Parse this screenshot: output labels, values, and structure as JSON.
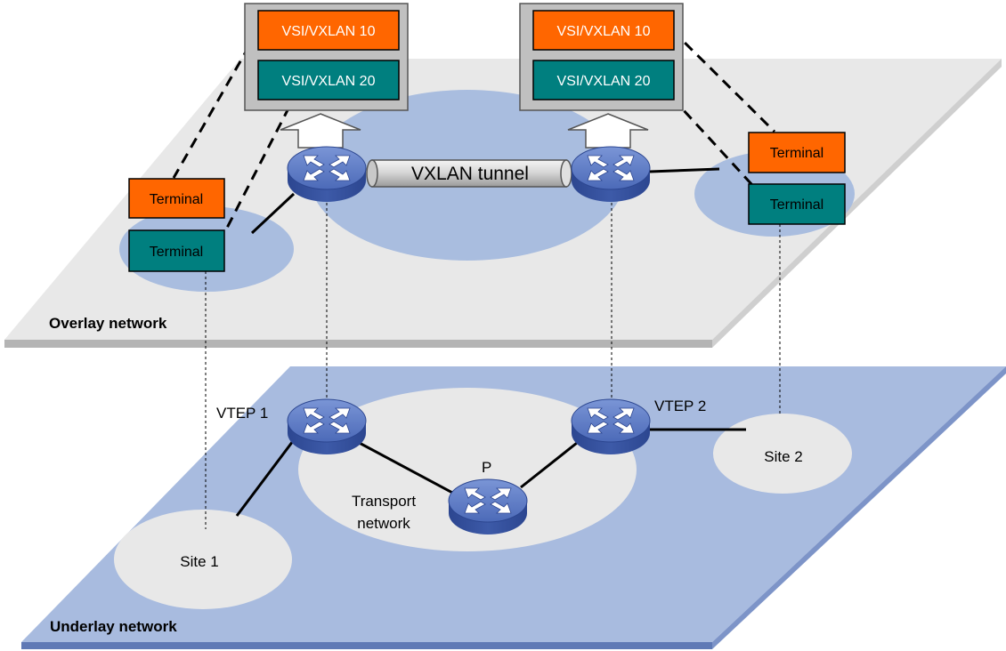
{
  "overlay": {
    "label": "Overlay network",
    "tunnel_label": "VXLAN tunnel",
    "vsi_left": [
      "VSI/VXLAN 10",
      "VSI/VXLAN 20"
    ],
    "vsi_right": [
      "VSI/VXLAN 10",
      "VSI/VXLAN 20"
    ],
    "terminals_left": [
      "Terminal",
      "Terminal"
    ],
    "terminals_right": [
      "Terminal",
      "Terminal"
    ]
  },
  "underlay": {
    "label": "Underlay network",
    "vtep1": "VTEP 1",
    "vtep2": "VTEP 2",
    "p_router": "P",
    "transport_line1": "Transport",
    "transport_line2": "network",
    "site1": "Site 1",
    "site2": "Site 2"
  },
  "colors": {
    "orange": "#ff6600",
    "teal": "#007f7f",
    "router_blue": "#4a68b3",
    "plane_overlay": "#e8e8e8",
    "plane_underlay": "#a8bbdf",
    "overlay_ellipse": "#a9bddf",
    "underlay_ellipse": "#e8e8e8"
  }
}
